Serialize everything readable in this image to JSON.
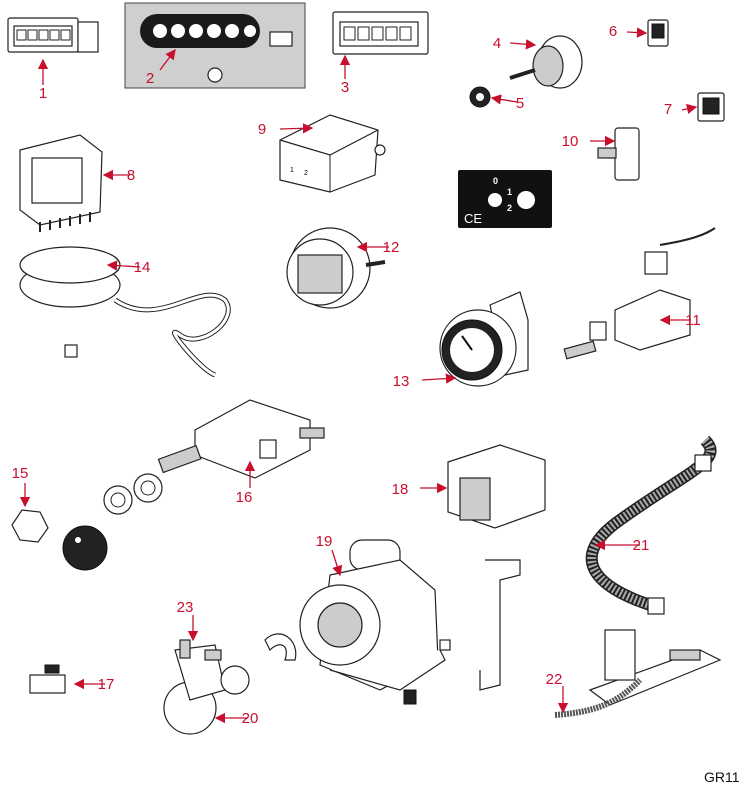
{
  "diagram": {
    "code": "GR11",
    "callout_color": "#c8102e",
    "callouts": [
      "1",
      "2",
      "3",
      "4",
      "5",
      "6",
      "7",
      "8",
      "9",
      "10",
      "11",
      "12",
      "13",
      "14",
      "15",
      "16",
      "17",
      "18",
      "19",
      "20",
      "21",
      "22",
      "23"
    ],
    "dial_plate": {
      "labels": [
        "0",
        "1",
        "2"
      ],
      "mark": "CE"
    },
    "relay_terminals": [
      "1",
      "2"
    ]
  }
}
